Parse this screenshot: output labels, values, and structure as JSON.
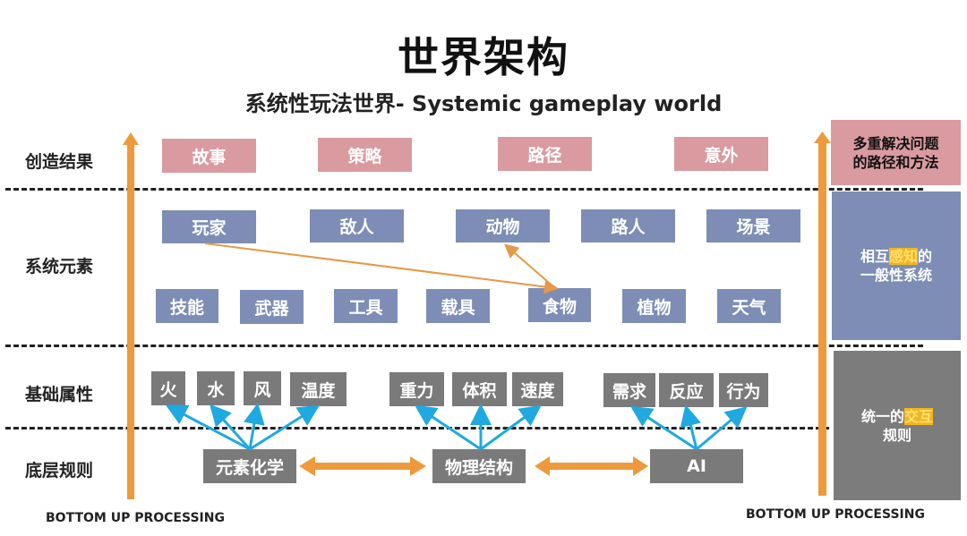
{
  "title": "世界架构",
  "subtitle": "系统性玩法世界- Systemic gameplay world",
  "row_labels": {
    "results": "创造结果",
    "elements": "系统元素",
    "attributes": "基础属性",
    "rules": "底层规则"
  },
  "results": [
    "故事",
    "策略",
    "路径",
    "意外"
  ],
  "elements_top": [
    "玩家",
    "敌人",
    "动物",
    "路人",
    "场景"
  ],
  "elements_bottom": [
    "技能",
    "武器",
    "工具",
    "载具",
    "食物",
    "植物",
    "天气"
  ],
  "attributes": {
    "elemental": [
      "火",
      "水",
      "风",
      "温度"
    ],
    "physical": [
      "重力",
      "体积",
      "速度"
    ],
    "ai": [
      "需求",
      "反应",
      "行为"
    ]
  },
  "rules": [
    "元素化学",
    "物理结构",
    "AI"
  ],
  "side_panels": {
    "results": {
      "line1": "多重解决问题",
      "line2": "的路径和方法"
    },
    "elements": {
      "pre": "相互",
      "highlight": "感知",
      "post": "的",
      "line2": "一般性系统"
    },
    "rules": {
      "pre": "统一的",
      "highlight": "交互",
      "line2": "规则"
    }
  },
  "bottom_up_label_left": "BOTTOM UP PROCESSING",
  "bottom_up_label_right": "BOTTOM UP PROCESSING",
  "colors": {
    "results_box": "#d99aa0",
    "elements_box": "#7d8db5",
    "rules_box": "#7a7a7a",
    "arrow_orange": "#ee9a3c",
    "arrow_blue": "#1fa9e0",
    "highlight": "#f3b51f"
  }
}
